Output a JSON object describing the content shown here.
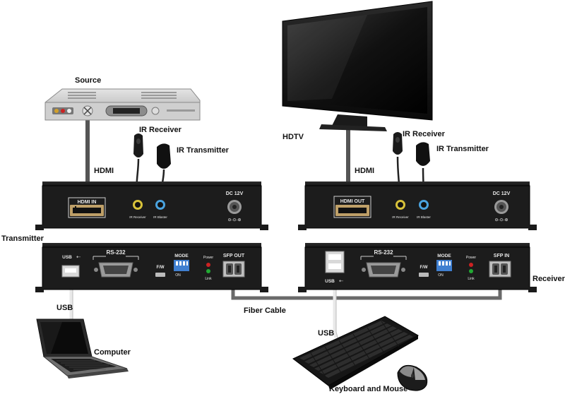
{
  "labels": {
    "source": "Source",
    "hdtv": "HDTV",
    "transmitter": "Transmitter",
    "receiver": "Receiver",
    "computer": "Computer",
    "keyboard_mouse": "Keyboard and Mouse",
    "fiber_cable": "Fiber Cable",
    "hdmi_left": "HDMI",
    "hdmi_right": "HDMI",
    "usb_left": "USB",
    "usb_right": "USB",
    "ir_receiver_left": "IR Receiver",
    "ir_transmitter_left": "IR Transmitter",
    "ir_receiver_right": "IR Receiver",
    "ir_transmitter_right": "IR Transmitter"
  },
  "transmitter_front": {
    "hdmi_port": "HDMI IN",
    "ir_receiver_port": "IR Receiver",
    "ir_blaster_port": "IR Blaster",
    "dc_label": "DC 12V"
  },
  "receiver_front": {
    "hdmi_port": "HDMI OUT",
    "ir_receiver_port": "IR Receiver",
    "ir_blaster_port": "IR Blaster",
    "dc_label": "DC 12V"
  },
  "transmitter_back": {
    "usb_label": "USB",
    "rs232_label": "RS-232",
    "fw_label": "F/W",
    "mode_label": "MODE",
    "dip_label": "ON",
    "power_label": "Power",
    "link_label": "Link",
    "sfp_label": "SFP OUT"
  },
  "receiver_back": {
    "usb_label": "USB",
    "rs232_label": "RS-232",
    "fw_label": "F/W",
    "mode_label": "MODE",
    "dip_label": "ON",
    "power_label": "Power",
    "link_label": "Link",
    "sfp_label": "SFP IN"
  },
  "colors": {
    "panel": "#1c1c1c",
    "cable": "#555555",
    "fiber": "#6a6a6a",
    "ir_receiver_ring": "#d8c23a",
    "ir_blaster_ring": "#4aa3df",
    "dip_switch": "#3f7fd0",
    "led_red": "#cc2222",
    "led_green": "#22aa33"
  }
}
